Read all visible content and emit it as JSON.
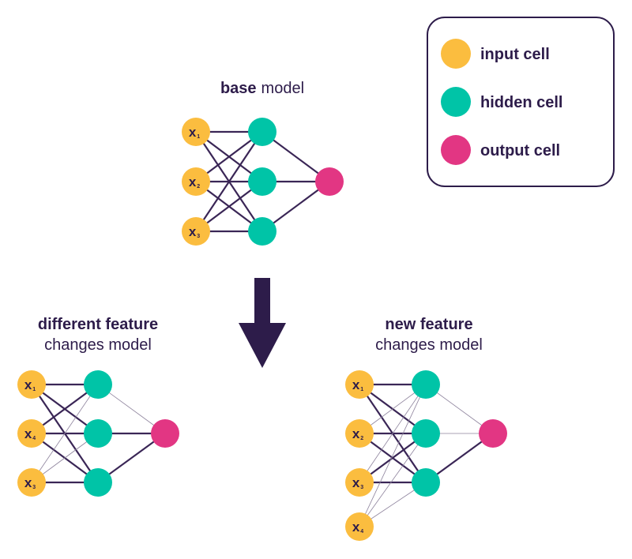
{
  "colors": {
    "input": "#fbbd3f",
    "hidden": "#00c4a7",
    "output": "#e23683",
    "line": "#3a2656",
    "text": "#2d1c4a"
  },
  "legend": {
    "items": [
      {
        "kind": "input",
        "label": "input cell"
      },
      {
        "kind": "hidden",
        "label": "hidden cell"
      },
      {
        "kind": "output",
        "label": "output cell"
      }
    ]
  },
  "base": {
    "title_bold": "base",
    "title_rest": "model",
    "inputs": [
      {
        "var": "x",
        "sub": "1"
      },
      {
        "var": "x",
        "sub": "2"
      },
      {
        "var": "x",
        "sub": "3"
      }
    ]
  },
  "different": {
    "title_line1": "different feature",
    "title_line2": "changes model",
    "inputs": [
      {
        "var": "x",
        "sub": "1"
      },
      {
        "var": "x",
        "sub": "4"
      },
      {
        "var": "x",
        "sub": "3"
      }
    ]
  },
  "newfeat": {
    "title_line1": "new feature",
    "title_line2": "changes model",
    "inputs": [
      {
        "var": "x",
        "sub": "1"
      },
      {
        "var": "x",
        "sub": "2"
      },
      {
        "var": "x",
        "sub": "3"
      },
      {
        "var": "x",
        "sub": "4"
      }
    ]
  }
}
